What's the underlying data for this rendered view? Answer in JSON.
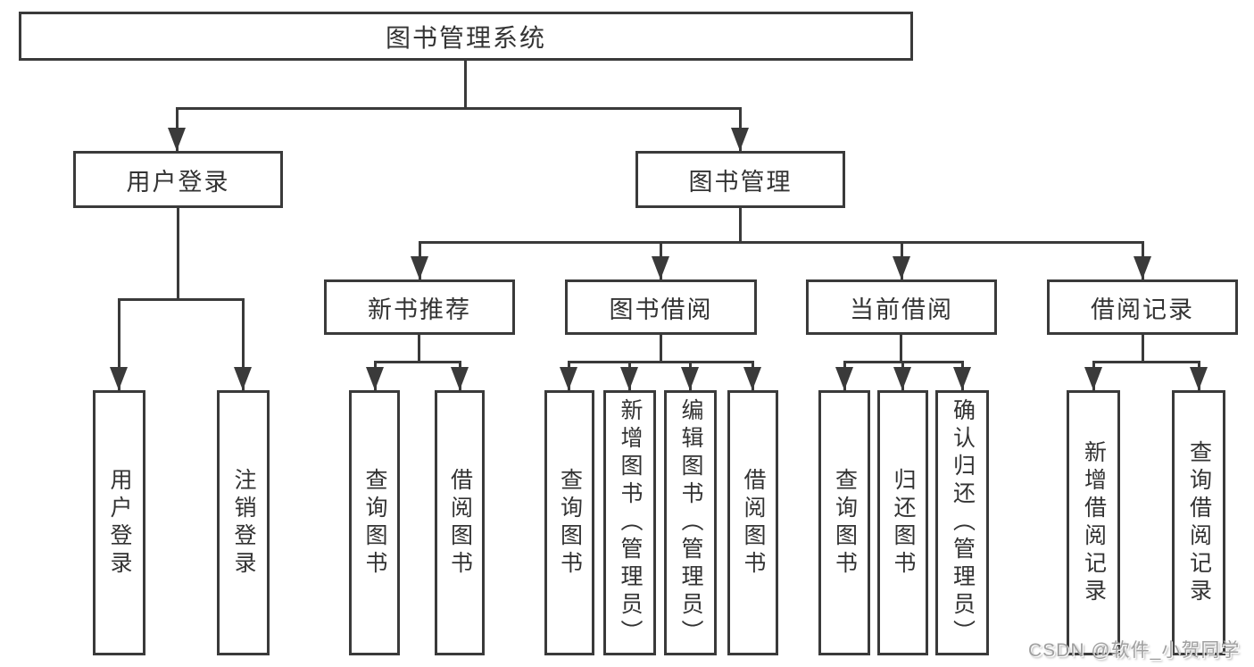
{
  "nodes": {
    "root": {
      "label": "图书管理系统"
    },
    "l2": [
      {
        "label": "用户登录"
      },
      {
        "label": "图书管理"
      }
    ],
    "l3": [
      {
        "label": "新书推荐"
      },
      {
        "label": "图书借阅"
      },
      {
        "label": "当前借阅"
      },
      {
        "label": "借阅记录"
      }
    ],
    "leaves": [
      {
        "label": "用户登录"
      },
      {
        "label": "注销登录"
      },
      {
        "label": "查询图书"
      },
      {
        "label": "借阅图书"
      },
      {
        "label": "查询图书"
      },
      {
        "label": "新增图书（管理员）"
      },
      {
        "label": "编辑图书（管理员）"
      },
      {
        "label": "借阅图书"
      },
      {
        "label": "查询图书"
      },
      {
        "label": "归还图书"
      },
      {
        "label": "确认归还（管理员）"
      },
      {
        "label": "新增借阅记录"
      },
      {
        "label": "查询借阅记录"
      }
    ]
  },
  "watermark": "CSDN @软件_小贺同学",
  "colors": {
    "line": "#3a3a3a",
    "text": "#333333",
    "background": "#ffffff",
    "watermark": "#a0a0a0"
  }
}
